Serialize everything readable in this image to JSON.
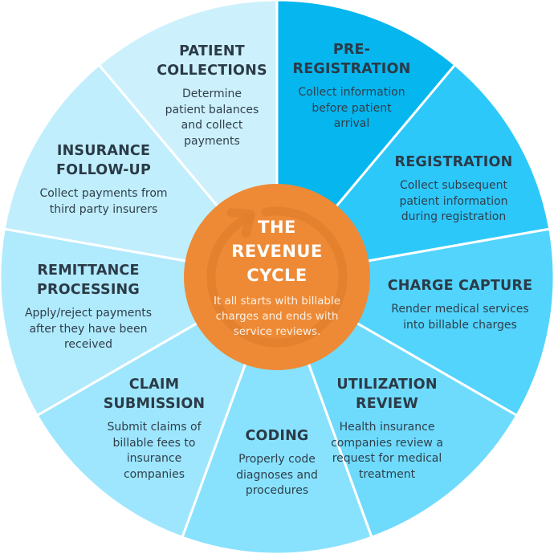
{
  "center": {
    "title": "THE\nREVENUE\nCYCLE",
    "description": "It all starts with billable\ncharges and ends with\nservice reviews.",
    "color": "#ee8a35",
    "arrow_color": "#e17f2e",
    "icon": "cycle-arrow-icon"
  },
  "text_color": "#2b3a47",
  "segments": [
    {
      "id": "pre-registration",
      "title": "PRE-\nREGISTRATION",
      "description": "Collect information\nbefore patient\narrival",
      "color": "#06b6ee"
    },
    {
      "id": "registration",
      "title": "REGISTRATION",
      "description": "Collect subsequent\npatient information\nduring registration",
      "color": "#2dc8fa"
    },
    {
      "id": "charge-capture",
      "title": "CHARGE CAPTURE",
      "description": "Render medical services\ninto billable charges",
      "color": "#52d4fc"
    },
    {
      "id": "utilization-review",
      "title": "UTILIZATION\nREVIEW",
      "description": "Health insurance\ncompanies review a\nrequest for medical\ntreatment",
      "color": "#6fdbfc"
    },
    {
      "id": "coding",
      "title": "CODING",
      "description": "Properly code\ndiagnoses and\nprocedures",
      "color": "#88e2fd"
    },
    {
      "id": "claim-submission",
      "title": "CLAIM\nSUBMISSION",
      "description": "Submit claims of\nbillable fees to\ninsurance\ncompanies",
      "color": "#9ee6fd"
    },
    {
      "id": "remittance-processing",
      "title": "REMITTANCE\nPROCESSING",
      "description": "Apply/reject payments\nafter they have been\nreceived",
      "color": "#b0eafd"
    },
    {
      "id": "insurance-follow-up",
      "title": "INSURANCE\nFOLLOW-UP",
      "description": "Collect payments from\nthird party insurers",
      "color": "#c0eefc"
    },
    {
      "id": "patient-collections",
      "title": "PATIENT\nCOLLECTIONS",
      "description": "Determine\npatient balances\nand collect\npayments",
      "color": "#cdf1fc"
    }
  ]
}
